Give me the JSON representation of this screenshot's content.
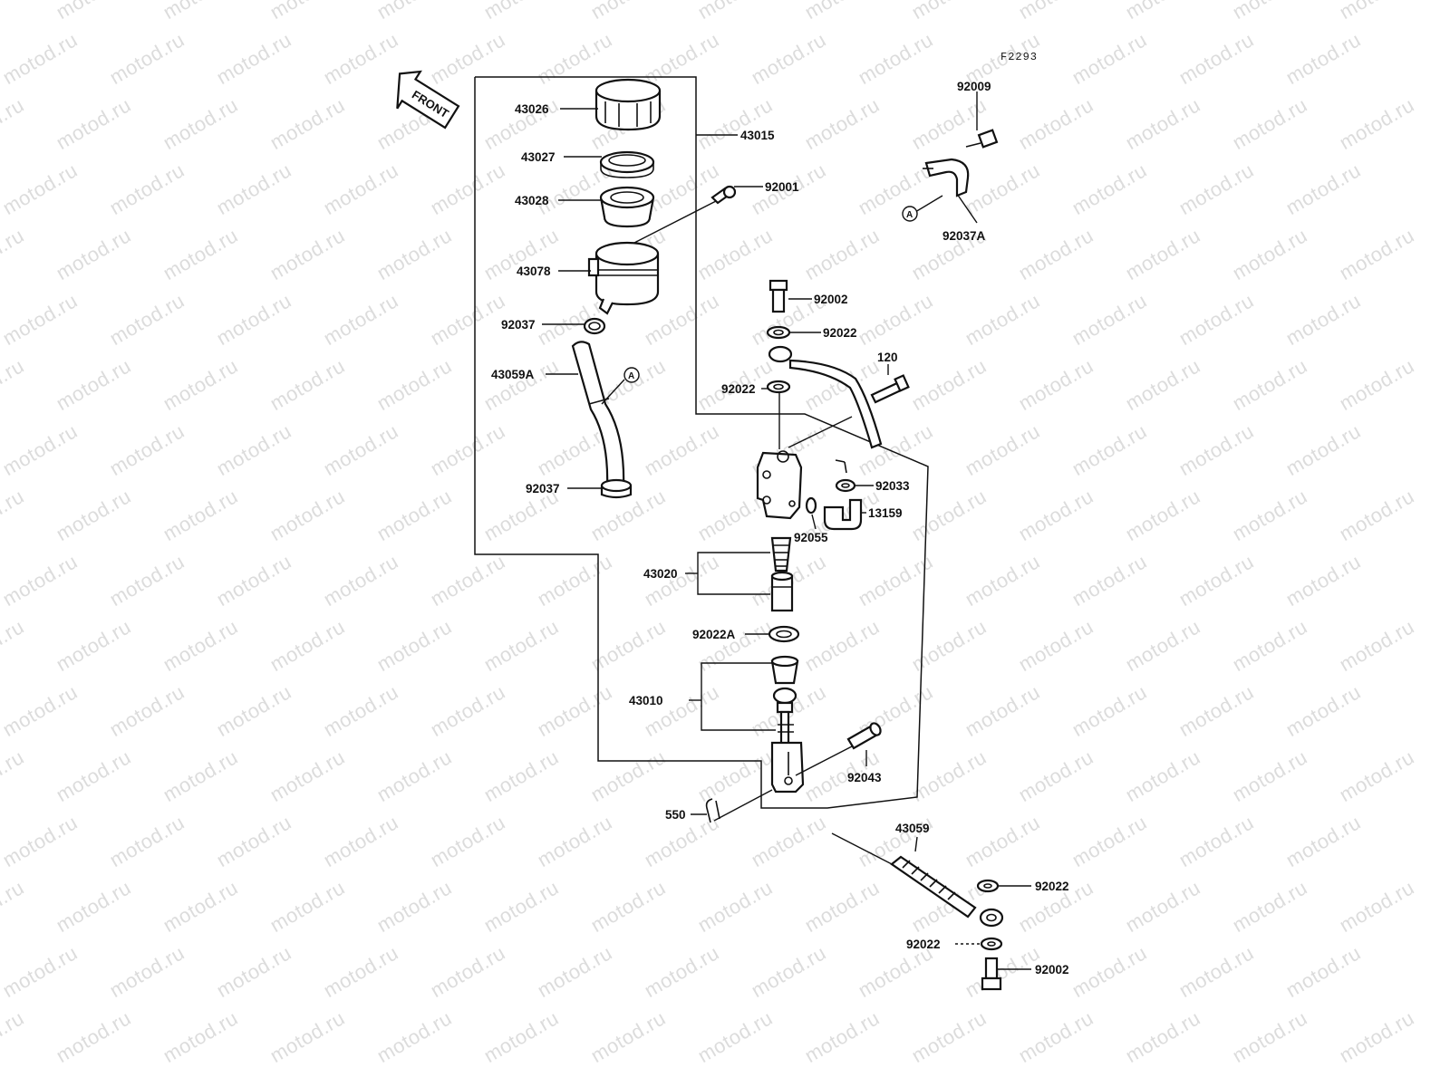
{
  "figure_code": "F2293",
  "watermark_text": "motod.ru",
  "front_arrow": {
    "label": "FRONT",
    "icon": "front-arrow-icon"
  },
  "marker": "A",
  "labels": {
    "p43026": "43026",
    "p43027": "43027",
    "p43028": "43028",
    "p43078": "43078",
    "p43015": "43015",
    "p92001": "92001",
    "p92037_top": "92037",
    "p43059A": "43059A",
    "p92037_bottom": "92037",
    "p92009": "92009",
    "p92037A": "92037A",
    "p92002_top": "92002",
    "p92022_a": "92022",
    "p92022_b": "92022",
    "p120": "120",
    "p92033": "92033",
    "p13159": "13159",
    "p92055": "92055",
    "p43020": "43020",
    "p92022A": "92022A",
    "p43010": "43010",
    "p92043": "92043",
    "p550": "550",
    "p43059": "43059",
    "p92022_c": "92022",
    "p92022_d": "92022",
    "p92002_bottom": "92002"
  }
}
